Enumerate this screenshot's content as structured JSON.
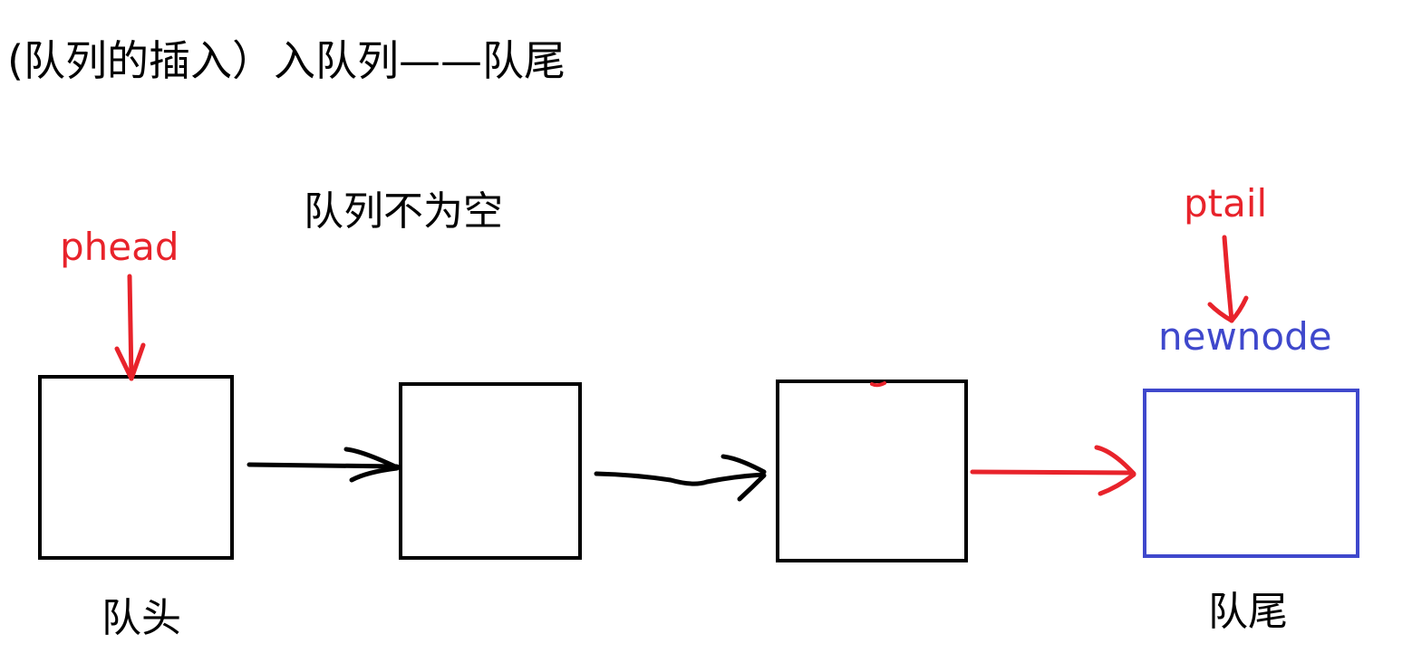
{
  "title": "(队列的插入）入队列——队尾",
  "condition": "队列不为空",
  "pointers": {
    "head": "phead",
    "tail": "ptail"
  },
  "new_node": "newnode",
  "labels": {
    "queue_head": "队头",
    "queue_tail": "队尾"
  },
  "colors": {
    "existing_node": "#000000",
    "new_node": "#3f48cc",
    "pointer": "#e8232b",
    "new_link": "#e8232b",
    "link": "#000000"
  },
  "nodes": [
    {
      "id": "node-1",
      "role": "head"
    },
    {
      "id": "node-2",
      "role": "middle"
    },
    {
      "id": "node-3",
      "role": "last-existing"
    },
    {
      "id": "node-new",
      "role": "new-tail"
    }
  ]
}
